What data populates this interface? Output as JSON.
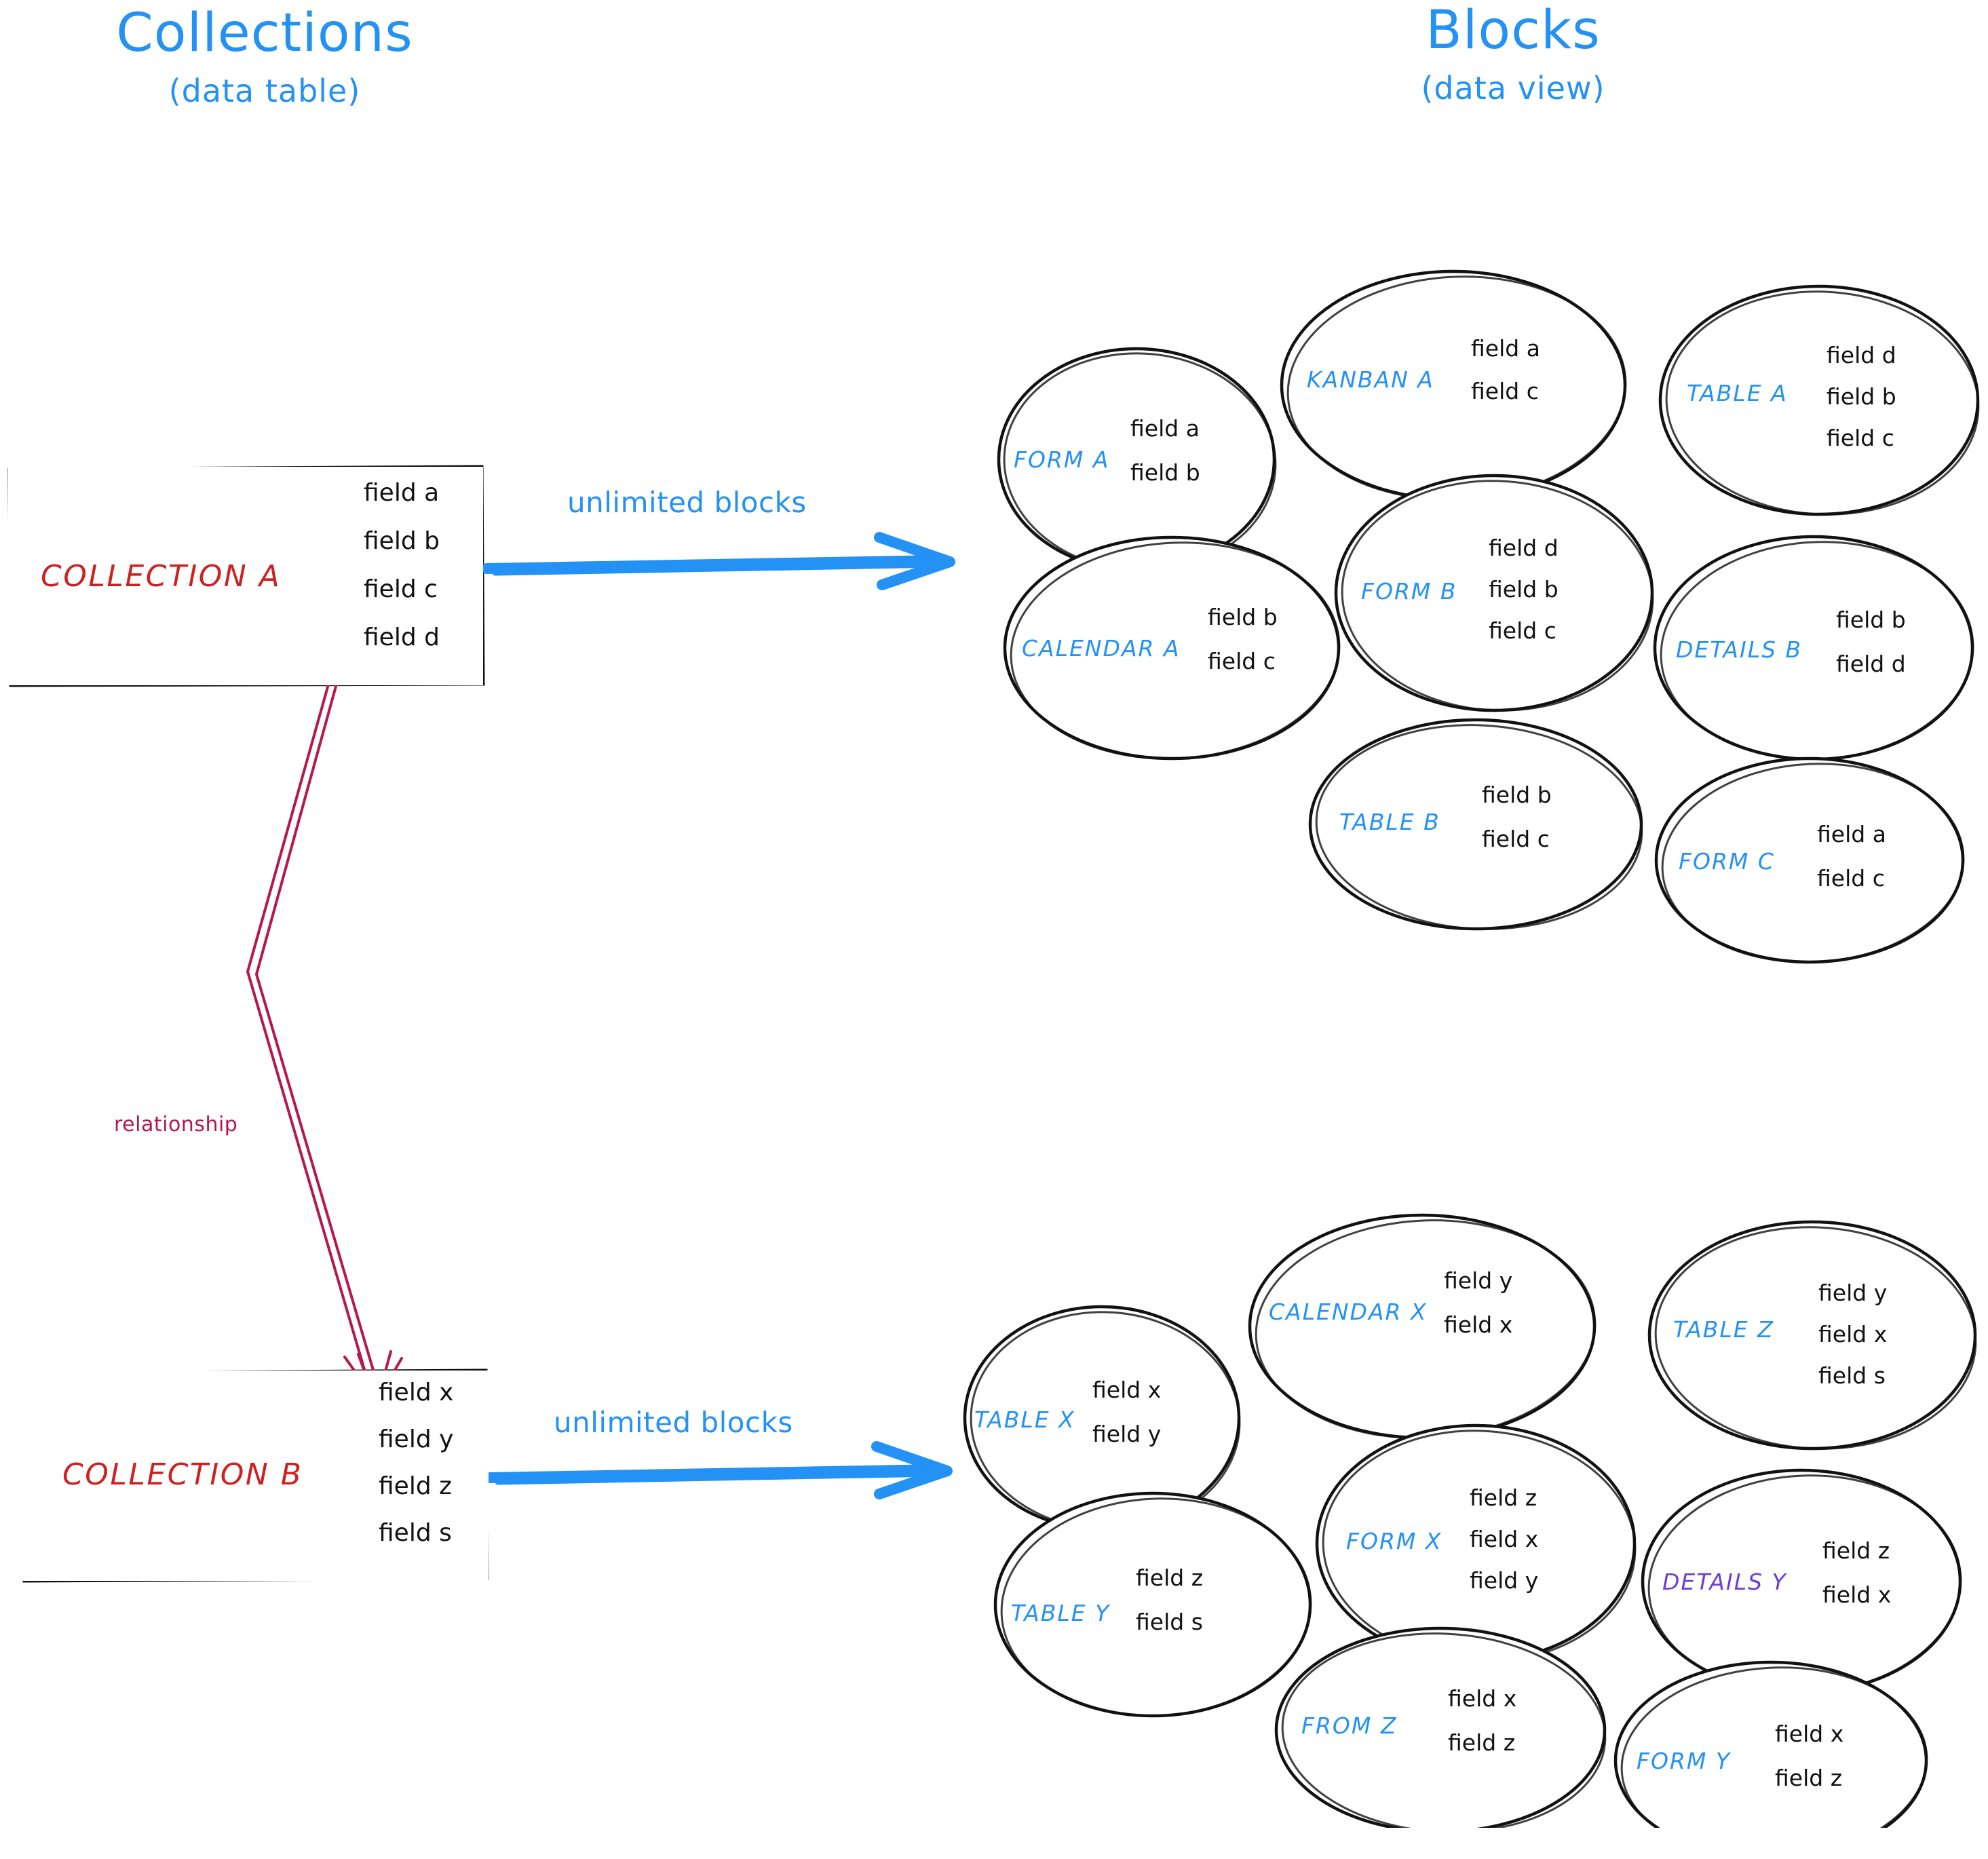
{
  "titles": {
    "left": {
      "main": "Collections",
      "sub": "(data table)"
    },
    "right": {
      "main": "Blocks",
      "sub": "(data view)"
    }
  },
  "colors": {
    "accent_blue": "#2491f5",
    "collection_red": "#cc2222",
    "relationship_crimson": "#b5174e",
    "details_purple": "#6b3fd4",
    "stroke_black": "#111111"
  },
  "collections": [
    {
      "id": "collection-a",
      "name": "COLLECTION A",
      "fields": [
        "field a",
        "field b",
        "field c",
        "field d"
      ]
    },
    {
      "id": "collection-b",
      "name": "COLLECTION B",
      "fields": [
        "field x",
        "field y",
        "field z",
        "field s"
      ]
    }
  ],
  "arrows": {
    "top_label": "unlimited blocks",
    "bottom_label": "unlimited blocks",
    "relationship_label": "relationship"
  },
  "blocks_top": [
    {
      "id": "form-a",
      "label": "FORM A",
      "fields": [
        "field a",
        "field b"
      ]
    },
    {
      "id": "kanban-a",
      "label": "KANBAN A",
      "fields": [
        "field a",
        "field c"
      ]
    },
    {
      "id": "table-a",
      "label": "TABLE A",
      "fields": [
        "field d",
        "field b",
        "field c"
      ]
    },
    {
      "id": "calendar-a",
      "label": "CALENDAR A",
      "fields": [
        "field b",
        "field c"
      ]
    },
    {
      "id": "form-b",
      "label": "FORM B",
      "fields": [
        "field d",
        "field b",
        "field c"
      ]
    },
    {
      "id": "details-b",
      "label": "DETAILS B",
      "fields": [
        "field b",
        "field d"
      ]
    },
    {
      "id": "table-b",
      "label": "TABLE B",
      "fields": [
        "field b",
        "field c"
      ]
    },
    {
      "id": "form-c",
      "label": "FORM C",
      "fields": [
        "field a",
        "field c"
      ]
    }
  ],
  "blocks_bottom": [
    {
      "id": "table-x",
      "label": "TABLE X",
      "fields": [
        "field x",
        "field y"
      ]
    },
    {
      "id": "calendar-x",
      "label": "CALENDAR X",
      "fields": [
        "field y",
        "field x"
      ]
    },
    {
      "id": "table-z",
      "label": "TABLE Z",
      "fields": [
        "field y",
        "field x",
        "field s"
      ]
    },
    {
      "id": "table-y",
      "label": "TABLE Y",
      "fields": [
        "field z",
        "field s"
      ]
    },
    {
      "id": "form-x",
      "label": "FORM X",
      "fields": [
        "field z",
        "field x",
        "field y"
      ]
    },
    {
      "id": "details-y",
      "label": "DETAILS Y",
      "fields": [
        "field z",
        "field x"
      ]
    },
    {
      "id": "from-z",
      "label": "FROM Z",
      "fields": [
        "field x",
        "field z"
      ]
    },
    {
      "id": "form-y",
      "label": "FORM Y",
      "fields": [
        "field x",
        "field z"
      ]
    }
  ]
}
